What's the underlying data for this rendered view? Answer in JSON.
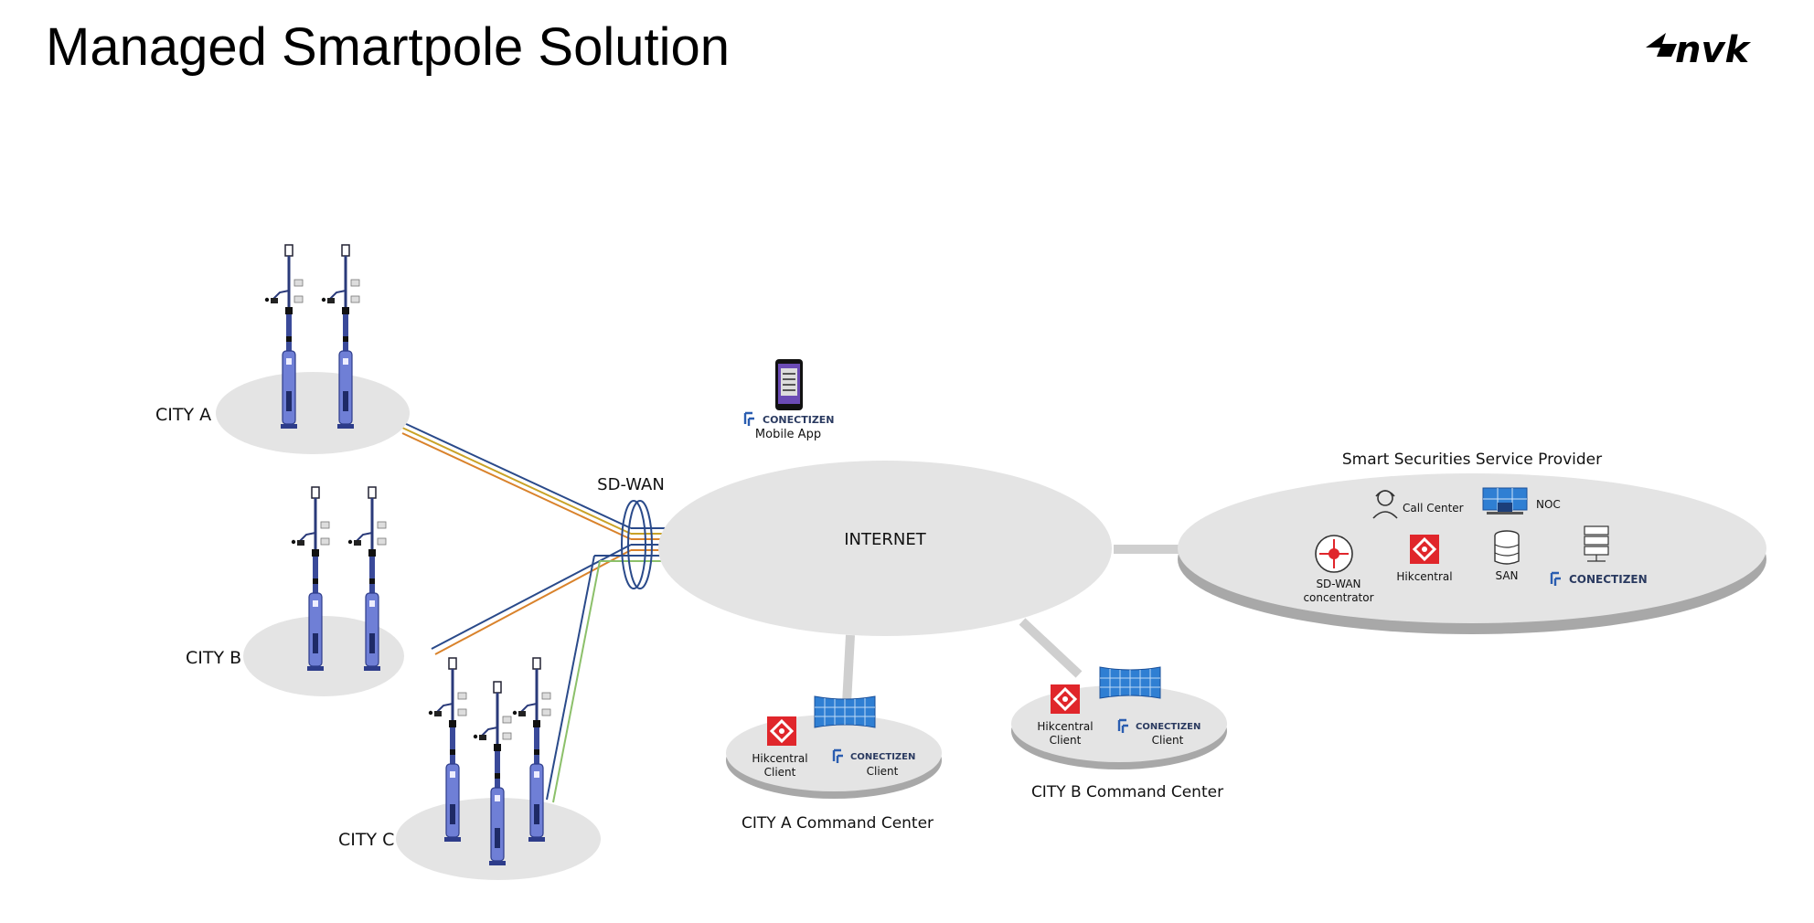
{
  "slide": {
    "title": "Managed Smartpole Solution",
    "logo_text": "nvk"
  },
  "cities": [
    {
      "label": "CITY A"
    },
    {
      "label": "CITY B"
    },
    {
      "label": "CITY C"
    }
  ],
  "network": {
    "sdwan_label": "SD-WAN",
    "internet_label": "INTERNET"
  },
  "mobile_app": {
    "brand": "CONECTIZEN",
    "label": "Mobile App"
  },
  "provider": {
    "title": "Smart Securities Service Provider",
    "items": {
      "call_center": "Call Center",
      "noc": "NOC",
      "sdwan_line1": "SD-WAN",
      "sdwan_line2": "concentrator",
      "hikcentral": "Hikcentral",
      "san": "SAN",
      "conectizen": "CONECTIZEN"
    }
  },
  "command_centers": [
    {
      "label": "CITY A Command Center",
      "hik_line1": "Hikcentral",
      "hik_line2": "Client",
      "brand": "CONECTIZEN",
      "client": "Client"
    },
    {
      "label": "CITY B Command Center",
      "hik_line1": "Hikcentral",
      "hik_line2": "Client",
      "brand": "CONECTIZEN",
      "client": "Client"
    }
  ],
  "colors": {
    "ellipse": "#e4e4e4",
    "ellipse_shadow": "#a8a8a8",
    "link_blue": "#2a4a8a",
    "link_orange": "#d9822b",
    "link_amber": "#c9a227",
    "link_green": "#8cc06a",
    "pole_body": "#6f7fd6",
    "pole_dark": "#1f2d66",
    "hik_red": "#e0262b",
    "video_wall": "#2f7fd3"
  }
}
